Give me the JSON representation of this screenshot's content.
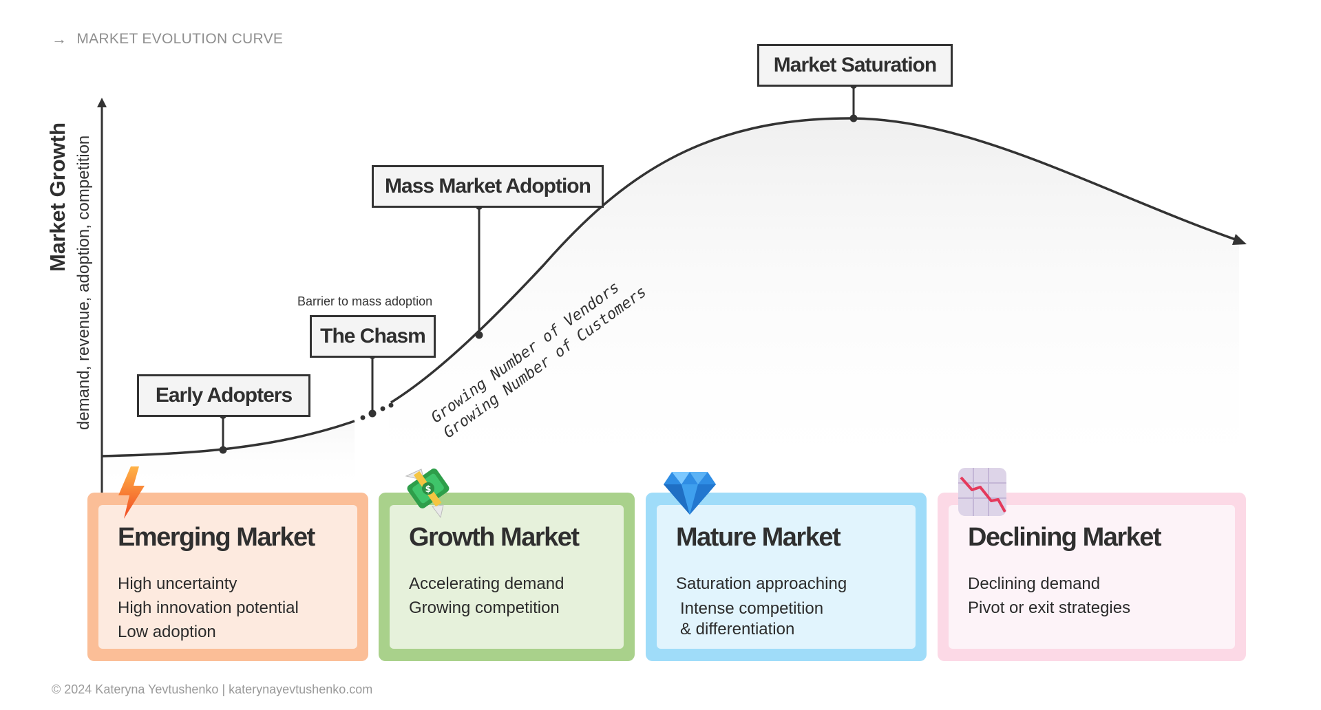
{
  "header": {
    "arrow_icon": "arrow-right-icon",
    "title": "MARKET EVOLUTION CURVE"
  },
  "y_axis": {
    "title": "Market Growth",
    "subtitle": "demand, revenue, adoption, competition"
  },
  "labels": {
    "early_adopters": "Early Adopters",
    "chasm": "The Chasm",
    "chasm_note": "Barrier to mass adoption",
    "mass_market": "Mass Market Adoption",
    "saturation": "Market Saturation"
  },
  "curve_annotations": {
    "vendors": "Growing Number of Vendors",
    "customers": "Growing Number of Customers"
  },
  "cards": [
    {
      "title": "Emerging Market",
      "icon": "lightning-icon",
      "lines": [
        "High uncertainty",
        "High innovation potential",
        "Low adoption"
      ],
      "outer": "#fbbe97",
      "inner": "#fdeadf"
    },
    {
      "title": "Growth Market",
      "icon": "money-with-wings-icon",
      "lines": [
        "Accelerating demand",
        "Growing competition"
      ],
      "outer": "#a9d18b",
      "inner": "#e6f1db"
    },
    {
      "title": "Mature Market",
      "icon": "gem-icon",
      "lines": [
        "Saturation approaching",
        "Intense competition",
        "& differentiation"
      ],
      "outer": "#9fdcf9",
      "inner": "#e1f4fd"
    },
    {
      "title": "Declining Market",
      "icon": "chart-decreasing-icon",
      "lines": [
        "Declining demand",
        "Pivot or exit strategies"
      ],
      "outer": "#fcd9e6",
      "inner": "#fdf3f8"
    }
  ],
  "footer": "© 2024 Kateryna Yevtushenko | katerynayevtushenko.com",
  "colors": {
    "line": "#333333",
    "label_bg": "#f4f4f4"
  }
}
